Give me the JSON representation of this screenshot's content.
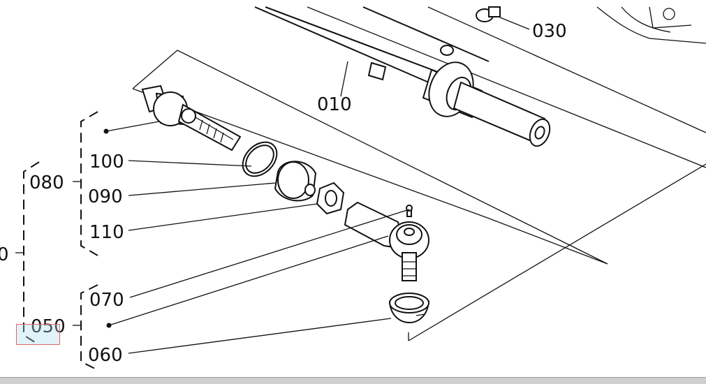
{
  "labels": {
    "p030": "030",
    "p010": "010",
    "p100": "100",
    "p090": "090",
    "p110": "110",
    "p080": "080",
    "p070": "070",
    "p050": "050",
    "p060": "060",
    "p_cut": "0"
  },
  "colors": {
    "line": "#111111",
    "background": "#ffffff",
    "selection_border": "#e06666",
    "selection_fill": "#aadcea",
    "status_bar": "#cfcfcf"
  }
}
